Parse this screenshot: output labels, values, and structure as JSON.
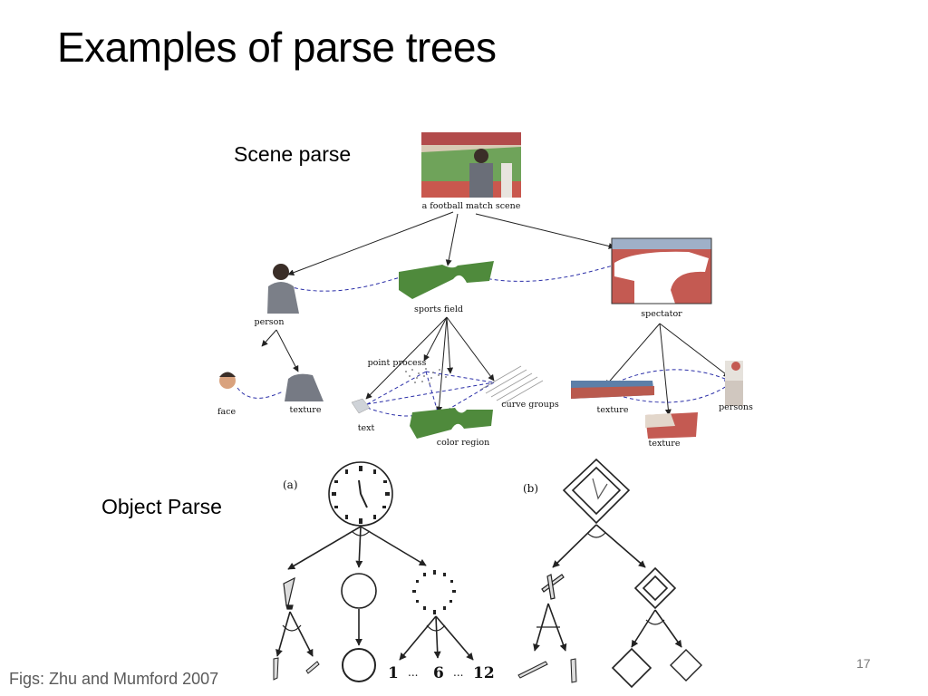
{
  "slide": {
    "title": "Examples of parse trees",
    "caption": "Figs: Zhu and Mumford 2007",
    "page_number": "17"
  },
  "scene_parse": {
    "label": "Scene parse",
    "root_label": "a football match scene",
    "nodes": {
      "person": "person",
      "sports_field": "sports field",
      "spectator": "spectator",
      "face": "face",
      "texture_person": "texture",
      "point_process": "point process",
      "curve_groups": "curve groups",
      "text": "text",
      "color_region": "color region",
      "texture_spectator_left": "texture",
      "texture_spectator_bottom": "texture",
      "persons": "persons"
    }
  },
  "object_parse": {
    "label": "Object Parse",
    "panel_a_label": "(a)",
    "panel_b_label": "(b)",
    "tick_numbers": {
      "first": "1",
      "middle": "6",
      "last": "12",
      "ellipsis": "..."
    }
  },
  "colors": {
    "dashed_links": "#2b2fa8",
    "field_green": "#4f8a3c",
    "arrows": "#222222"
  }
}
